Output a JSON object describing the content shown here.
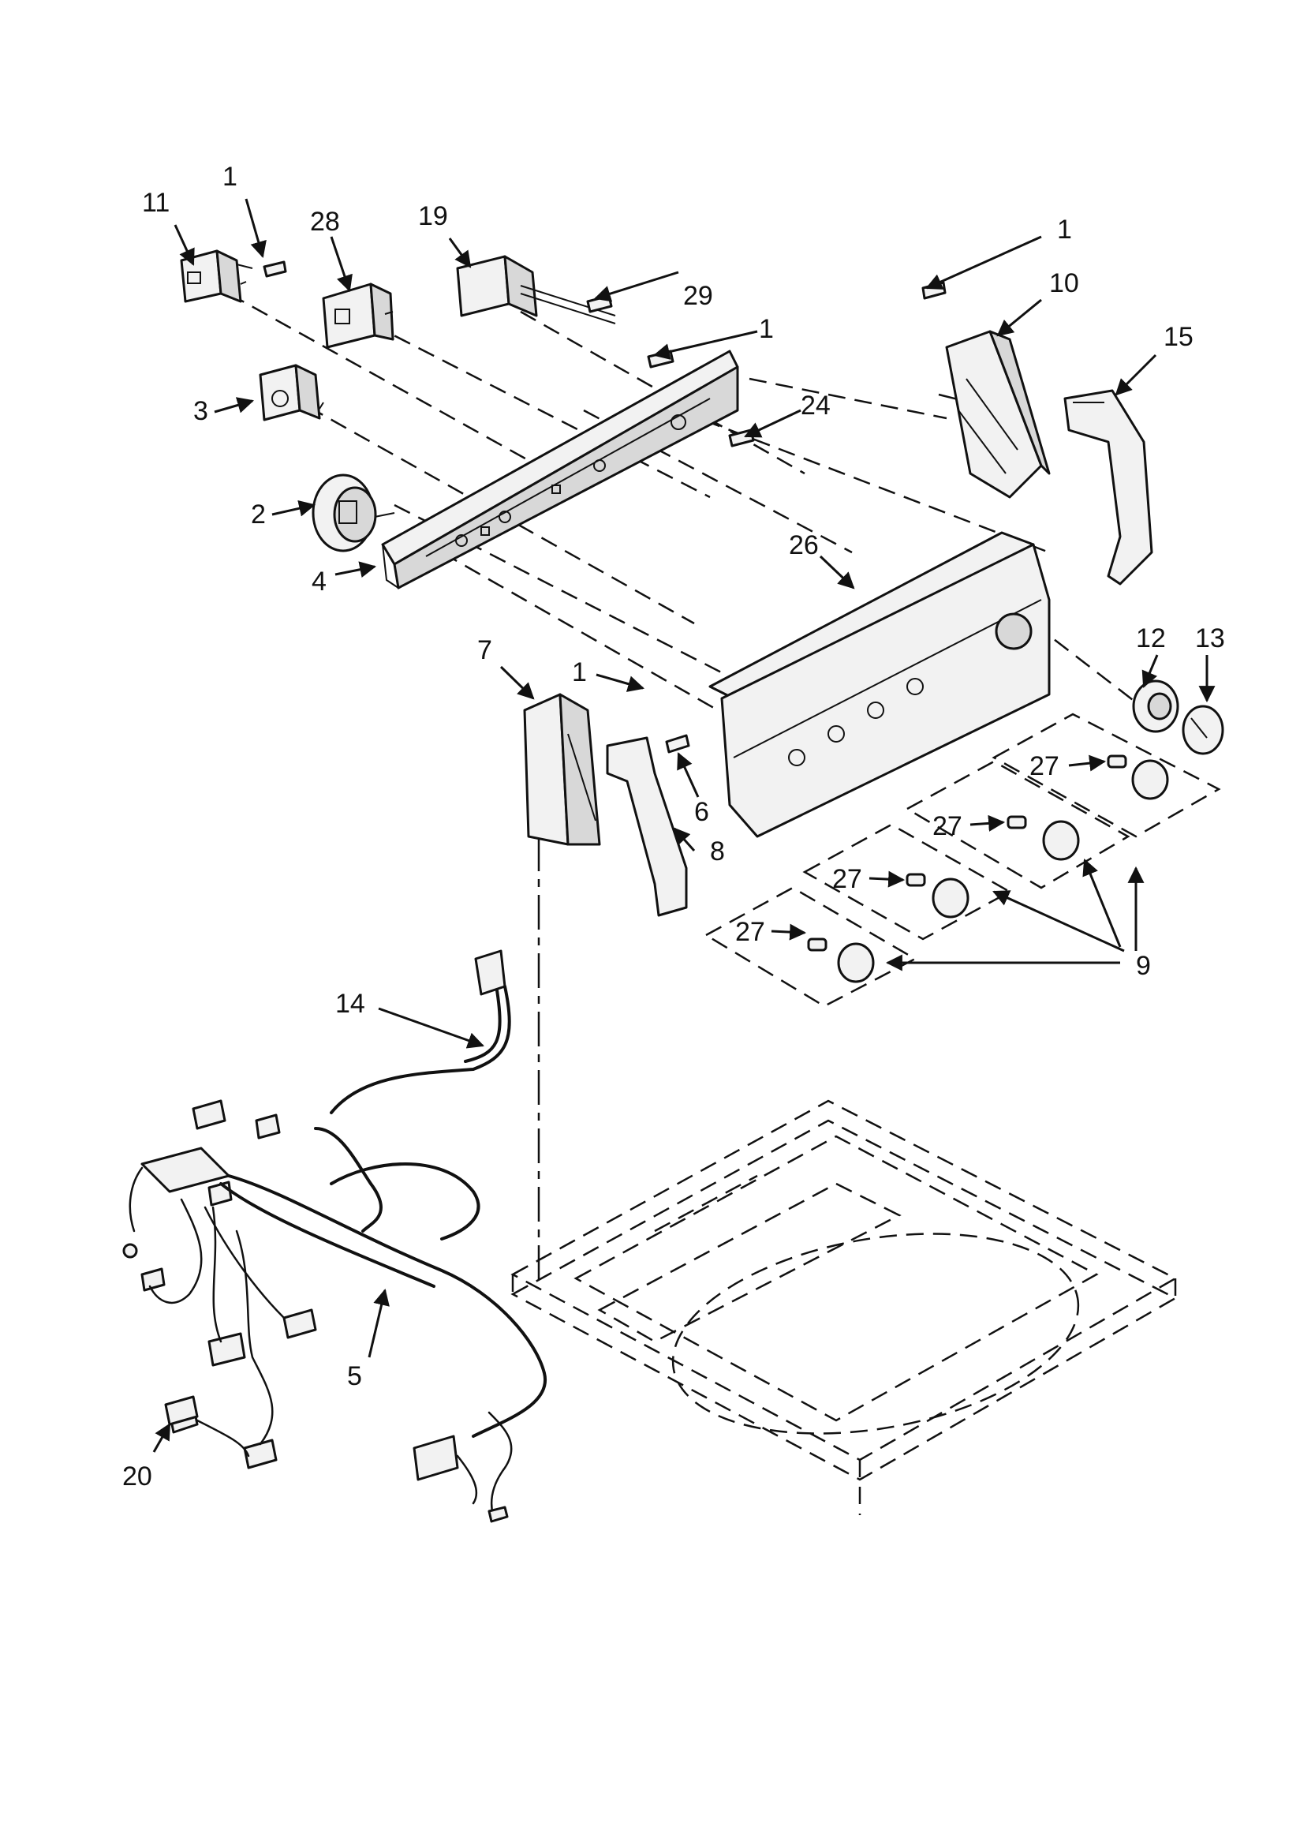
{
  "colors": {
    "line": "#111111",
    "background": "#ffffff",
    "part_fill": "#f2f2f2"
  },
  "callouts": [
    {
      "id": "c11",
      "text": "11"
    },
    {
      "id": "c1a",
      "text": "1"
    },
    {
      "id": "c28",
      "text": "28"
    },
    {
      "id": "c19",
      "text": "19"
    },
    {
      "id": "c29",
      "text": "29"
    },
    {
      "id": "c1b",
      "text": "1"
    },
    {
      "id": "c1c",
      "text": "1"
    },
    {
      "id": "c10",
      "text": "10"
    },
    {
      "id": "c15",
      "text": "15"
    },
    {
      "id": "c3",
      "text": "3"
    },
    {
      "id": "c24",
      "text": "24"
    },
    {
      "id": "c2",
      "text": "2"
    },
    {
      "id": "c4",
      "text": "4"
    },
    {
      "id": "c26",
      "text": "26"
    },
    {
      "id": "c7",
      "text": "7"
    },
    {
      "id": "c1d",
      "text": "1"
    },
    {
      "id": "c12",
      "text": "12"
    },
    {
      "id": "c13",
      "text": "13"
    },
    {
      "id": "c27a",
      "text": "27"
    },
    {
      "id": "c6",
      "text": "6"
    },
    {
      "id": "c27b",
      "text": "27"
    },
    {
      "id": "c8",
      "text": "8"
    },
    {
      "id": "c27c",
      "text": "27"
    },
    {
      "id": "c27d",
      "text": "27"
    },
    {
      "id": "c9",
      "text": "9"
    },
    {
      "id": "c14",
      "text": "14"
    },
    {
      "id": "c5",
      "text": "5"
    },
    {
      "id": "c20",
      "text": "20"
    }
  ]
}
